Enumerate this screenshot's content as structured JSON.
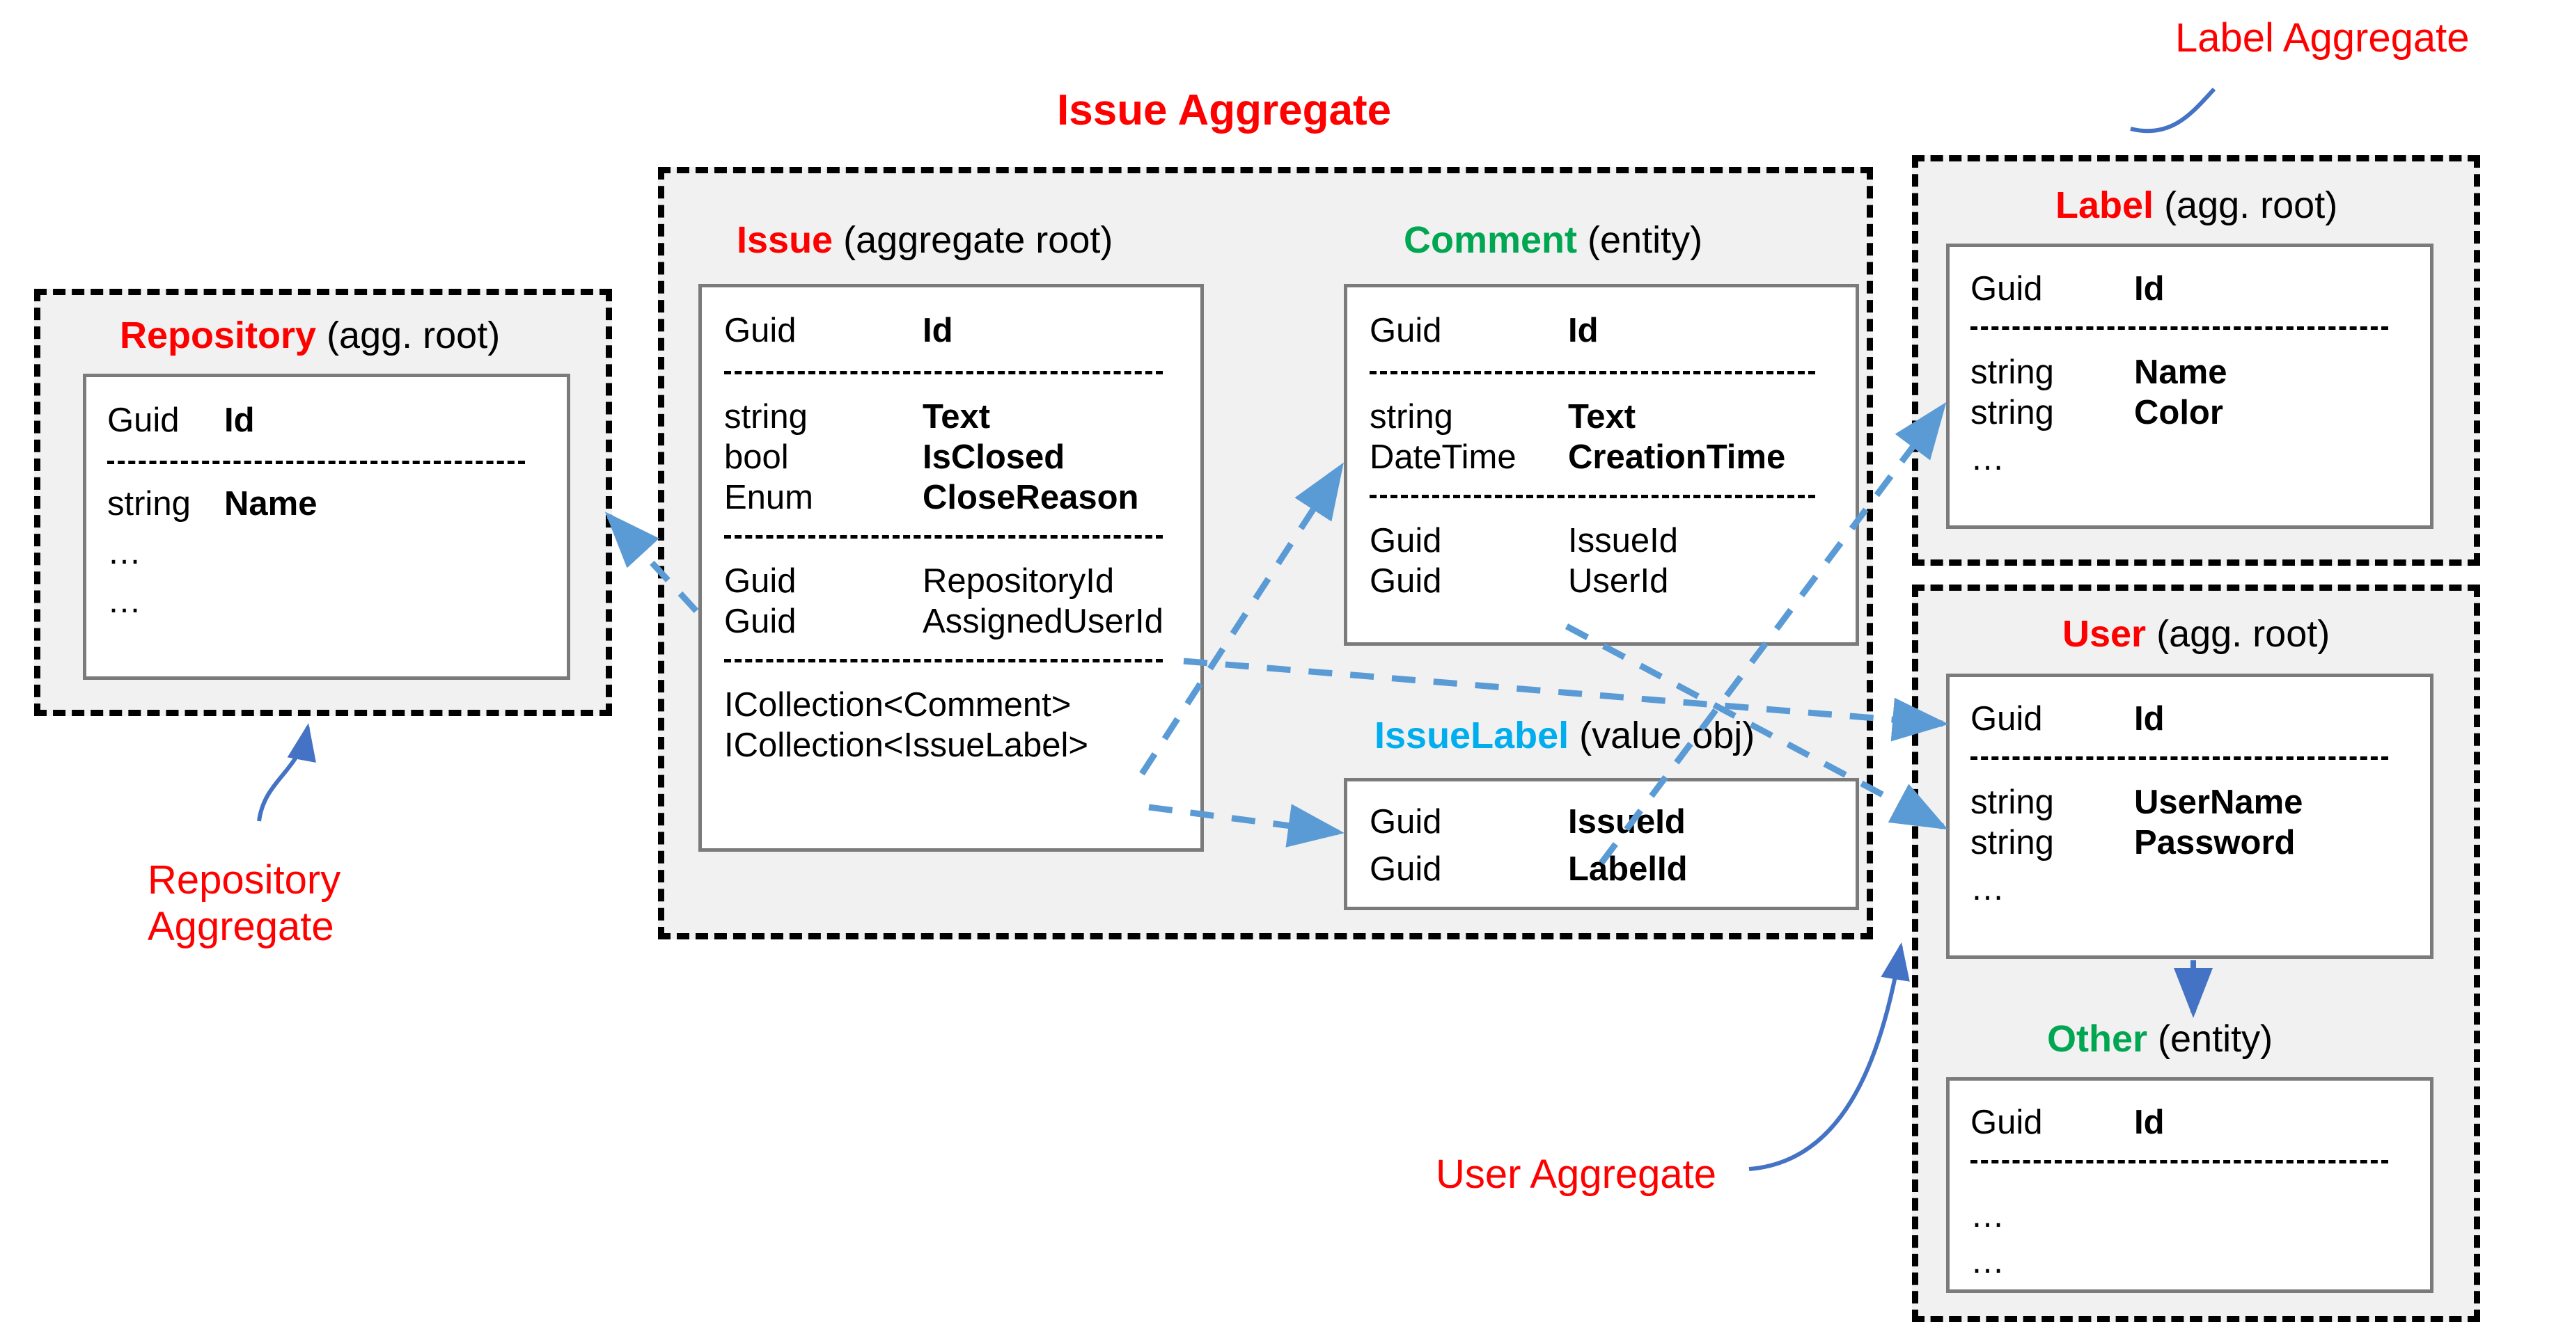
{
  "diagram": {
    "title": "Issue Aggregate",
    "accent_red": "#ff0000",
    "accent_green": "#00a651",
    "accent_blue": "#00adef",
    "arrow_blue": "#4472c4",
    "dashed_arrow_blue": "#5b9bd5",
    "container_fill": "#f1f1f1",
    "card_border": "#7b7b7b"
  },
  "annotations": {
    "label_aggregate": "Label Aggregate",
    "repository_aggregate_line1": "Repository",
    "repository_aggregate_line2": "Aggregate",
    "user_aggregate": "User Aggregate"
  },
  "entities": {
    "repository": {
      "name": "Repository",
      "stereotype": "(agg. root)",
      "rows": [
        {
          "type": "Guid",
          "prop": "Id",
          "bold": true
        },
        {
          "type": "string",
          "prop": "Name",
          "bold": true
        },
        {
          "type": "…",
          "prop": "",
          "bold": false
        },
        {
          "type": "…",
          "prop": "",
          "bold": false
        }
      ]
    },
    "issue": {
      "name": "Issue",
      "stereotype": "(aggregate root)",
      "rows": [
        {
          "type": "Guid",
          "prop": "Id",
          "bold": true
        },
        {
          "type": "string",
          "prop": "Text",
          "bold": true
        },
        {
          "type": "bool",
          "prop": "IsClosed",
          "bold": true
        },
        {
          "type": "Enum",
          "prop": "CloseReason",
          "bold": true
        },
        {
          "type": "Guid",
          "prop": "RepositoryId",
          "bold": false
        },
        {
          "type": "Guid",
          "prop": "AssignedUserId",
          "bold": false
        },
        {
          "type": "ICollection<Comment>",
          "prop": "",
          "bold": false
        },
        {
          "type": "ICollection<IssueLabel>",
          "prop": "",
          "bold": false
        }
      ]
    },
    "comment": {
      "name": "Comment",
      "stereotype": "(entity)",
      "rows": [
        {
          "type": "Guid",
          "prop": "Id",
          "bold": true
        },
        {
          "type": "string",
          "prop": "Text",
          "bold": true
        },
        {
          "type": "DateTime",
          "prop": "CreationTime",
          "bold": true
        },
        {
          "type": "Guid",
          "prop": "IssueId",
          "bold": false
        },
        {
          "type": "Guid",
          "prop": "UserId",
          "bold": false
        }
      ]
    },
    "issuelabel": {
      "name": "IssueLabel",
      "stereotype": "(value obj)",
      "rows": [
        {
          "type": "Guid",
          "prop": "IssueId",
          "bold": true
        },
        {
          "type": "Guid",
          "prop": "LabelId",
          "bold": true
        }
      ]
    },
    "label": {
      "name": "Label",
      "stereotype": "(agg. root)",
      "rows": [
        {
          "type": "Guid",
          "prop": "Id",
          "bold": true
        },
        {
          "type": "string",
          "prop": "Name",
          "bold": true
        },
        {
          "type": "string",
          "prop": "Color",
          "bold": true
        },
        {
          "type": "…",
          "prop": "",
          "bold": false
        }
      ]
    },
    "user": {
      "name": "User",
      "stereotype": "(agg. root)",
      "rows": [
        {
          "type": "Guid",
          "prop": "Id",
          "bold": true
        },
        {
          "type": "string",
          "prop": "UserName",
          "bold": true
        },
        {
          "type": "string",
          "prop": "Password",
          "bold": true
        },
        {
          "type": "…",
          "prop": "",
          "bold": false
        }
      ]
    },
    "other": {
      "name": "Other",
      "stereotype": "(entity)",
      "rows": [
        {
          "type": "Guid",
          "prop": "Id",
          "bold": true
        },
        {
          "type": "…",
          "prop": "",
          "bold": false
        },
        {
          "type": "…",
          "prop": "",
          "bold": false
        }
      ]
    }
  }
}
